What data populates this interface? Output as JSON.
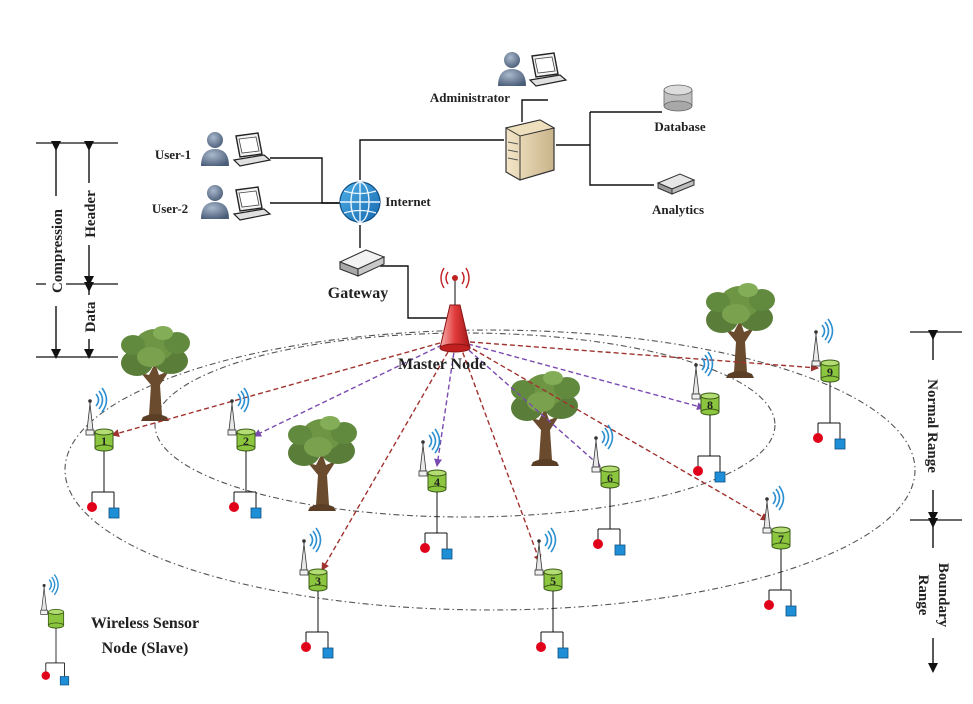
{
  "labels": {
    "administrator": "Administrator",
    "database": "Database",
    "analytics": "Analytics",
    "user1": "User-1",
    "user2": "User-2",
    "internet": "Internet",
    "gateway": "Gateway",
    "master_node": "Master Node",
    "compression": "Compression",
    "header": "Header",
    "data": "Data",
    "normal_range": "Normal Range",
    "boundary_range_1": "Boundary",
    "boundary_range_2": "Range",
    "legend_line1": "Wireless Sensor",
    "legend_line2": "Node (Slave)"
  },
  "nodes": [
    {
      "id": "1"
    },
    {
      "id": "2"
    },
    {
      "id": "3"
    },
    {
      "id": "4"
    },
    {
      "id": "5"
    },
    {
      "id": "6"
    },
    {
      "id": "7"
    },
    {
      "id": "8"
    },
    {
      "id": "9"
    }
  ],
  "colors": {
    "node_green": "#8cc63f",
    "sensor_red": "#e0001a",
    "sensor_blue": "#1e8fd6",
    "link_red": "#a0332f",
    "link_purple": "#7a4ab0",
    "tower_red": "#e23b3b"
  }
}
